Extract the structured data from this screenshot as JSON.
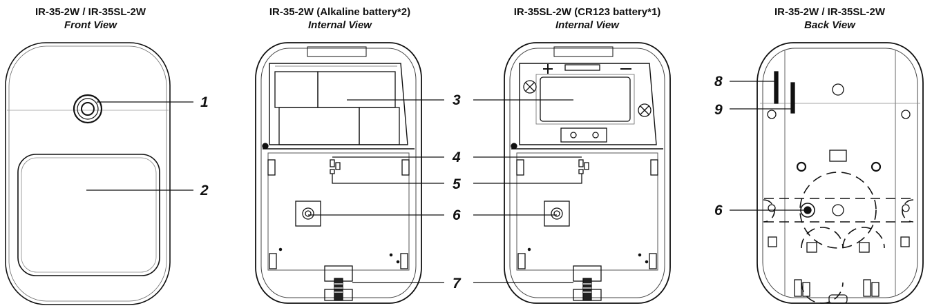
{
  "views": [
    {
      "line1": "IR-35-2W / IR-35SL-2W",
      "line2": "Front View"
    },
    {
      "line1": "IR-35-2W (Alkaline battery*2)",
      "line2": "Internal View"
    },
    {
      "line1": "IR-35SL-2W (CR123 battery*1)",
      "line2": "Internal View"
    },
    {
      "line1": "IR-35-2W / IR-35SL-2W",
      "line2": "Back View"
    }
  ],
  "callouts": [
    "1",
    "2",
    "3",
    "4",
    "5",
    "6",
    "7",
    "8",
    "9",
    "6"
  ]
}
